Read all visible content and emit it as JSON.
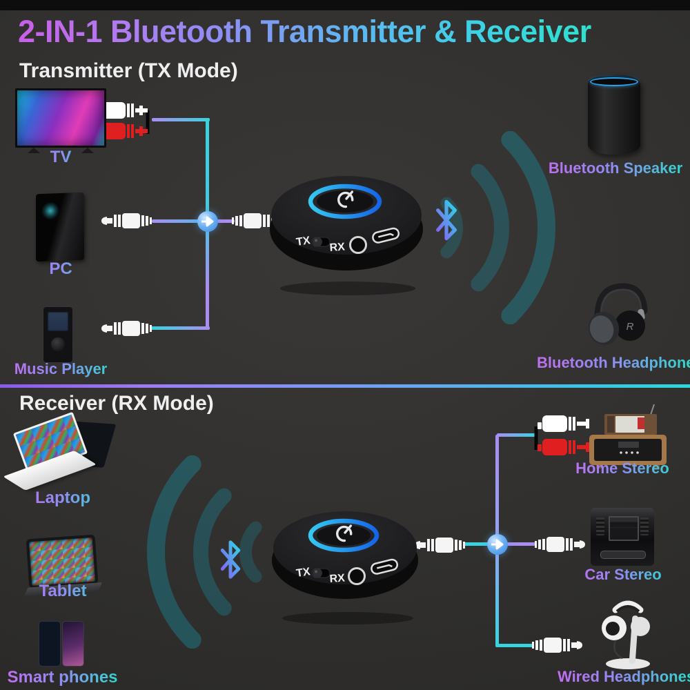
{
  "title": "2-IN-1 Bluetooth Transmitter & Receiver",
  "adapter": {
    "tx_label": "TX",
    "rx_label": "RX"
  },
  "tx_section": {
    "header": "Transmitter (TX Mode)",
    "sources": [
      {
        "label": "TV"
      },
      {
        "label": "PC"
      },
      {
        "label": "Music Player"
      }
    ],
    "targets": [
      {
        "label": "Bluetooth Speaker"
      },
      {
        "label": "Bluetooth Headphones",
        "marking": "R"
      }
    ]
  },
  "rx_section": {
    "header": "Receiver (RX Mode)",
    "sources": [
      {
        "label": "Laptop"
      },
      {
        "label": "Tablet"
      },
      {
        "label": "Smart phones"
      }
    ],
    "targets": [
      {
        "label": "Home Stereo"
      },
      {
        "label": "Car Stereo"
      },
      {
        "label": "Wired Headphones"
      }
    ]
  },
  "icons": {
    "bluetooth-icon": "bluetooth rune glyph",
    "power-icon": "power/standby symbol in LED ring",
    "signal-waves-icon": "three concentric broadcast arcs",
    "flow-arrow-icon": "white right arrow in cable junction",
    "tx-rx-switch": "slide switch",
    "aux-port-icon": "3.5mm round jack hole",
    "usb-port-icon": "micro-USB slot",
    "rca-plug-icon": "white/red RCA plugs",
    "aux-plug-icon": "3.5mm plug"
  },
  "colors": {
    "background": "#2e2d2b",
    "cable_purple": "#a98df2",
    "cable_cyan": "#38d4de",
    "junction_blue": "#5aa4ef",
    "led_ring_blue": "#1e7df0",
    "led_ring_cyan": "#35c8f0",
    "wave_teal": "#1b8496",
    "label_gradient_start": "#c06ef0",
    "label_gradient_end": "#2fd8cc",
    "title_gradient": [
      "#c95fe8",
      "#8f8df3",
      "#3fd0e8",
      "#2be4ca"
    ],
    "divider_gradient": [
      "#8a5ae8",
      "#6fa0f2",
      "#2bd8d8"
    ],
    "rca_white": "#ffffff",
    "rca_red": "#e02020"
  }
}
